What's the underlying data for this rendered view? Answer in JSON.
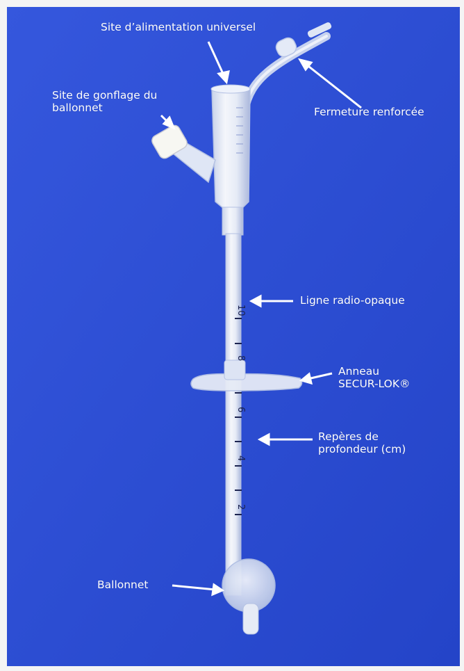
{
  "colors": {
    "background_blue": "#2b4fd6",
    "frame": "#f4f4f4",
    "label_text": "#ffffff",
    "tube": "#e3e9f5",
    "tick_marks": "#1c2450"
  },
  "labels": {
    "feeding_site": "Site d’alimentation universel",
    "inflation_site_line1": "Site de gonflage du",
    "inflation_site_line2": "ballonnet",
    "reinforced_closure": "Fermeture renforcée",
    "radiopaque_line": "Ligne radio-opaque",
    "ring_line1": "Anneau",
    "ring_line2": "SECUR-LOK®",
    "depth_marks_line1": "Repères de",
    "depth_marks_line2": "profondeur (cm)",
    "balloon": "Ballonnet"
  },
  "scale_numbers": [
    "10",
    "8",
    "6",
    "4",
    "2"
  ]
}
